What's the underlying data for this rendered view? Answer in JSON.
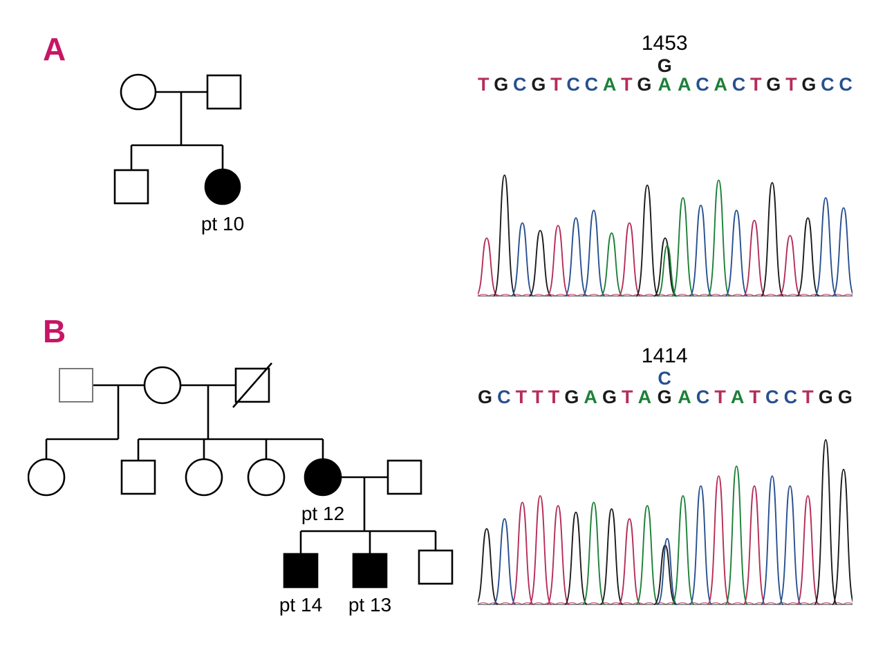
{
  "colors": {
    "panel_label": "#c81565",
    "bases": {
      "A": "#1c8038",
      "C": "#27508f",
      "G": "#1b1b1b",
      "T": "#b52d57"
    }
  },
  "panel_a": {
    "label": "A",
    "pedigree": {
      "generation1": [
        "unaffected female",
        "unaffected male"
      ],
      "generation2": [
        "unaffected male",
        "affected female"
      ],
      "proband_label": "pt 10"
    },
    "chromatogram": {
      "position_label": "1453",
      "seq_before": "TGCGTCCATG",
      "variant": {
        "top": "G",
        "bottom": "A"
      },
      "seq_after": "ACACTGTGCC",
      "peaks": [
        {
          "b": "T",
          "h": 0.46
        },
        {
          "b": "G",
          "h": 0.96
        },
        {
          "b": "C",
          "h": 0.58
        },
        {
          "b": "G",
          "h": 0.52
        },
        {
          "b": "T",
          "h": 0.56
        },
        {
          "b": "C",
          "h": 0.62
        },
        {
          "b": "C",
          "h": 0.68
        },
        {
          "b": "A",
          "h": 0.5
        },
        {
          "b": "T",
          "h": 0.58
        },
        {
          "b": "G",
          "h": 0.88
        },
        {
          "b": "G",
          "h": 0.46,
          "b2": "A",
          "h2": 0.4
        },
        {
          "b": "A",
          "h": 0.78
        },
        {
          "b": "C",
          "h": 0.72
        },
        {
          "b": "A",
          "h": 0.92
        },
        {
          "b": "C",
          "h": 0.68
        },
        {
          "b": "T",
          "h": 0.6
        },
        {
          "b": "G",
          "h": 0.9
        },
        {
          "b": "T",
          "h": 0.48
        },
        {
          "b": "G",
          "h": 0.62
        },
        {
          "b": "C",
          "h": 0.78
        },
        {
          "b": "C",
          "h": 0.7
        }
      ]
    }
  },
  "panel_b": {
    "label": "B",
    "pedigree": {
      "generation1": [
        "unaffected male",
        "unaffected female",
        "unaffected male deceased"
      ],
      "generation2": [
        "unaffected female",
        "unaffected male",
        "unaffected female",
        "unaffected female",
        "affected female",
        "unaffected male spouse"
      ],
      "generation3": [
        "affected male",
        "affected male",
        "unaffected male"
      ],
      "proband_label": "pt 12",
      "child1_label": "pt 14",
      "child2_label": "pt 13"
    },
    "chromatogram": {
      "position_label": "1414",
      "seq_before": "GCTTTGAGTA",
      "variant": {
        "top": "C",
        "bottom": "G"
      },
      "seq_after": "ACTATCCTGG",
      "peaks": [
        {
          "b": "G",
          "h": 0.46
        },
        {
          "b": "C",
          "h": 0.52
        },
        {
          "b": "T",
          "h": 0.62
        },
        {
          "b": "T",
          "h": 0.66
        },
        {
          "b": "T",
          "h": 0.6
        },
        {
          "b": "G",
          "h": 0.56
        },
        {
          "b": "A",
          "h": 0.62
        },
        {
          "b": "G",
          "h": 0.58
        },
        {
          "b": "T",
          "h": 0.52
        },
        {
          "b": "A",
          "h": 0.6
        },
        {
          "b": "G",
          "h": 0.36,
          "b2": "C",
          "h2": 0.4
        },
        {
          "b": "A",
          "h": 0.66
        },
        {
          "b": "C",
          "h": 0.72
        },
        {
          "b": "T",
          "h": 0.78
        },
        {
          "b": "A",
          "h": 0.84
        },
        {
          "b": "T",
          "h": 0.72
        },
        {
          "b": "C",
          "h": 0.78
        },
        {
          "b": "C",
          "h": 0.72
        },
        {
          "b": "T",
          "h": 0.66
        },
        {
          "b": "G",
          "h": 1.0
        },
        {
          "b": "G",
          "h": 0.82
        }
      ]
    }
  }
}
